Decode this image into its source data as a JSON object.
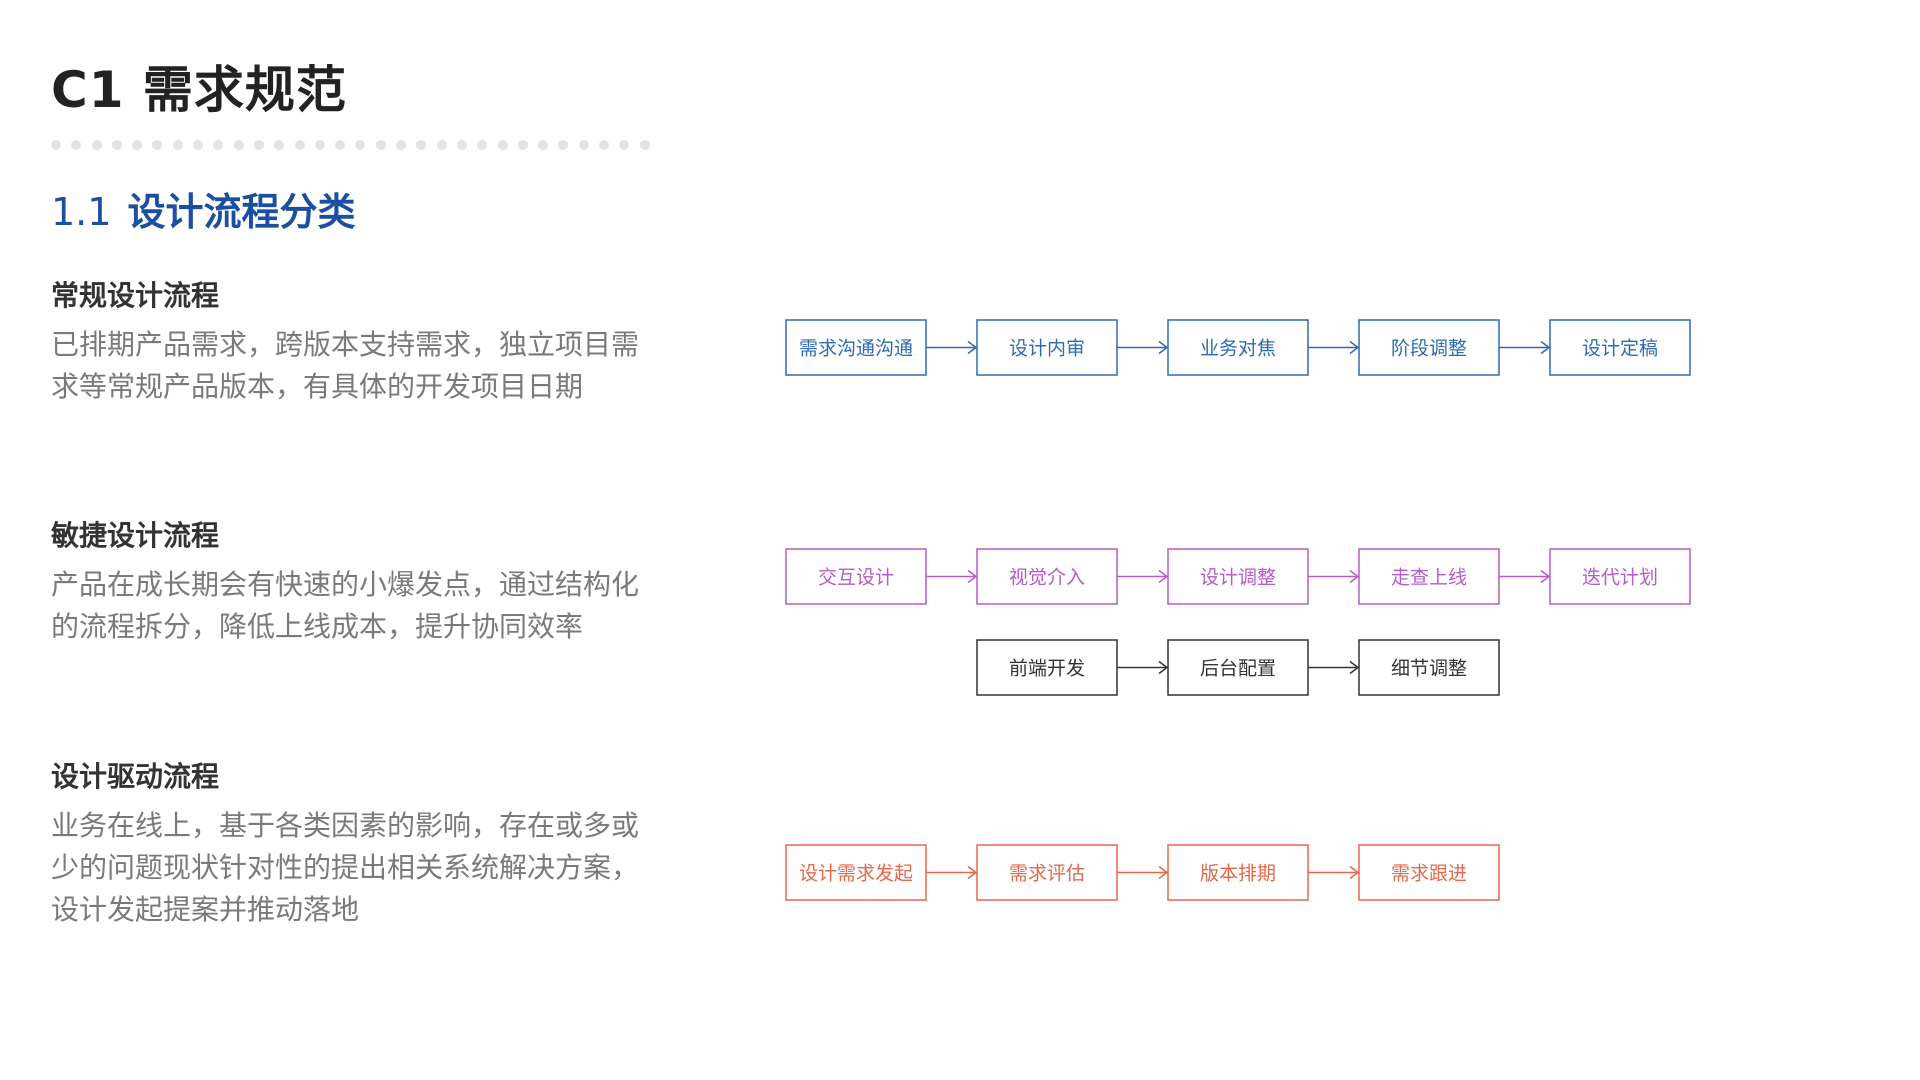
{
  "page": {
    "title": "C1 需求规范",
    "section_number": "1.1",
    "section_title": "设计流程分类"
  },
  "colors": {
    "title": "#222222",
    "section_accent": "#1c4fa1",
    "description": "#7a7a7a",
    "divider_dot": "#e3e3e3",
    "flow_regular": "#2f6bb3",
    "flow_agile": "#b65bc9",
    "flow_agile_sub": "#333333",
    "flow_driven": "#e5684a"
  },
  "flows": [
    {
      "name": "常规设计流程",
      "description": "已排期产品需求，跨版本支持需求，独立项目需求等常规产品版本，有具体的开发项目日期"
    },
    {
      "name": "敏捷设计流程",
      "description": "产品在成长期会有快速的小爆发点，通过结构化的流程拆分，降低上线成本，提升协同效率"
    },
    {
      "name": "设计驱动流程",
      "description": "业务在线上，基于各类因素的影响，存在或多或少的问题现状针对性的提出相关系统解决方案，设计发起提案并推动落地"
    }
  ],
  "diagram_rows": [
    {
      "color_key": "flow_regular",
      "start_col": 0,
      "steps": [
        "需求沟通沟通",
        "设计内审",
        "业务对焦",
        "阶段调整",
        "设计定稿"
      ]
    },
    {
      "color_key": "flow_agile",
      "start_col": 0,
      "steps": [
        "交互设计",
        "视觉介入",
        "设计调整",
        "走查上线",
        "迭代计划"
      ]
    },
    {
      "color_key": "flow_agile_sub",
      "start_col": 1,
      "steps": [
        "前端开发",
        "后台配置",
        "细节调整"
      ]
    },
    {
      "color_key": "flow_driven",
      "start_col": 0,
      "steps": [
        "设计需求发起",
        "需求评估",
        "版本排期",
        "需求跟进"
      ]
    }
  ]
}
